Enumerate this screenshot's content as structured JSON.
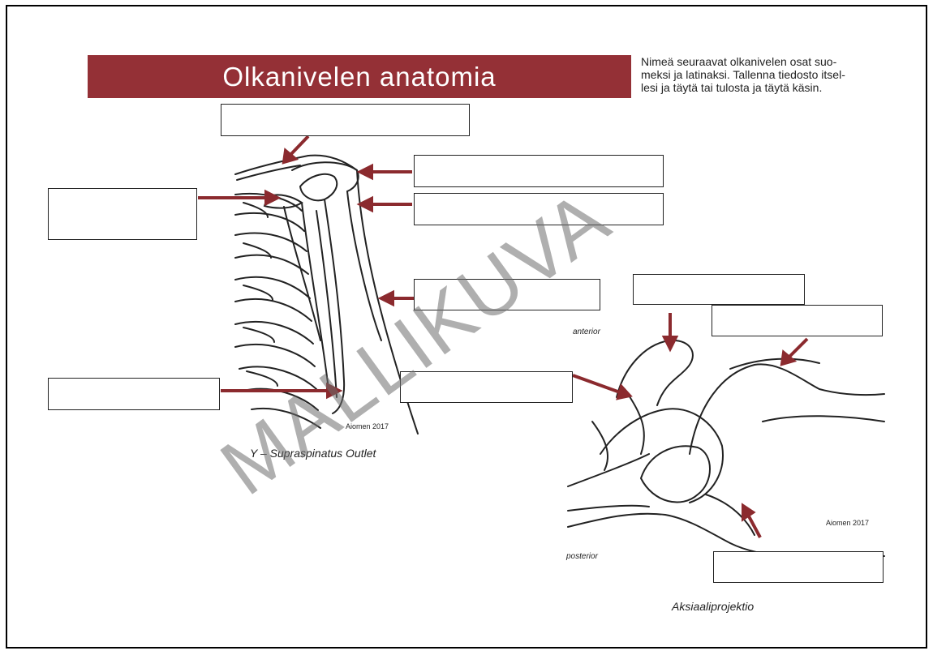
{
  "title": "Olkanivelen anatomia",
  "instructions": "Nimeä seuraavat olkanivelen osat suo-\nmeksi ja latinaksi. Tallenna tiedosto itsel-\nlesi ja täytä tai tulosta ja täytä käsin.",
  "left_figure": {
    "caption": "Y – Supraspinatus Outlet",
    "credit": "Aiomen 2017"
  },
  "right_figure": {
    "caption": "Aksiaaliprojektio",
    "credit": "Aiomen 2017",
    "label_anterior": "anterior",
    "label_posterior": "posterior"
  },
  "watermark": "MALLIKUVA",
  "colors": {
    "title_bg": "#943036",
    "arrow": "#8b2a2e",
    "watermark": "#6e6e6e"
  }
}
